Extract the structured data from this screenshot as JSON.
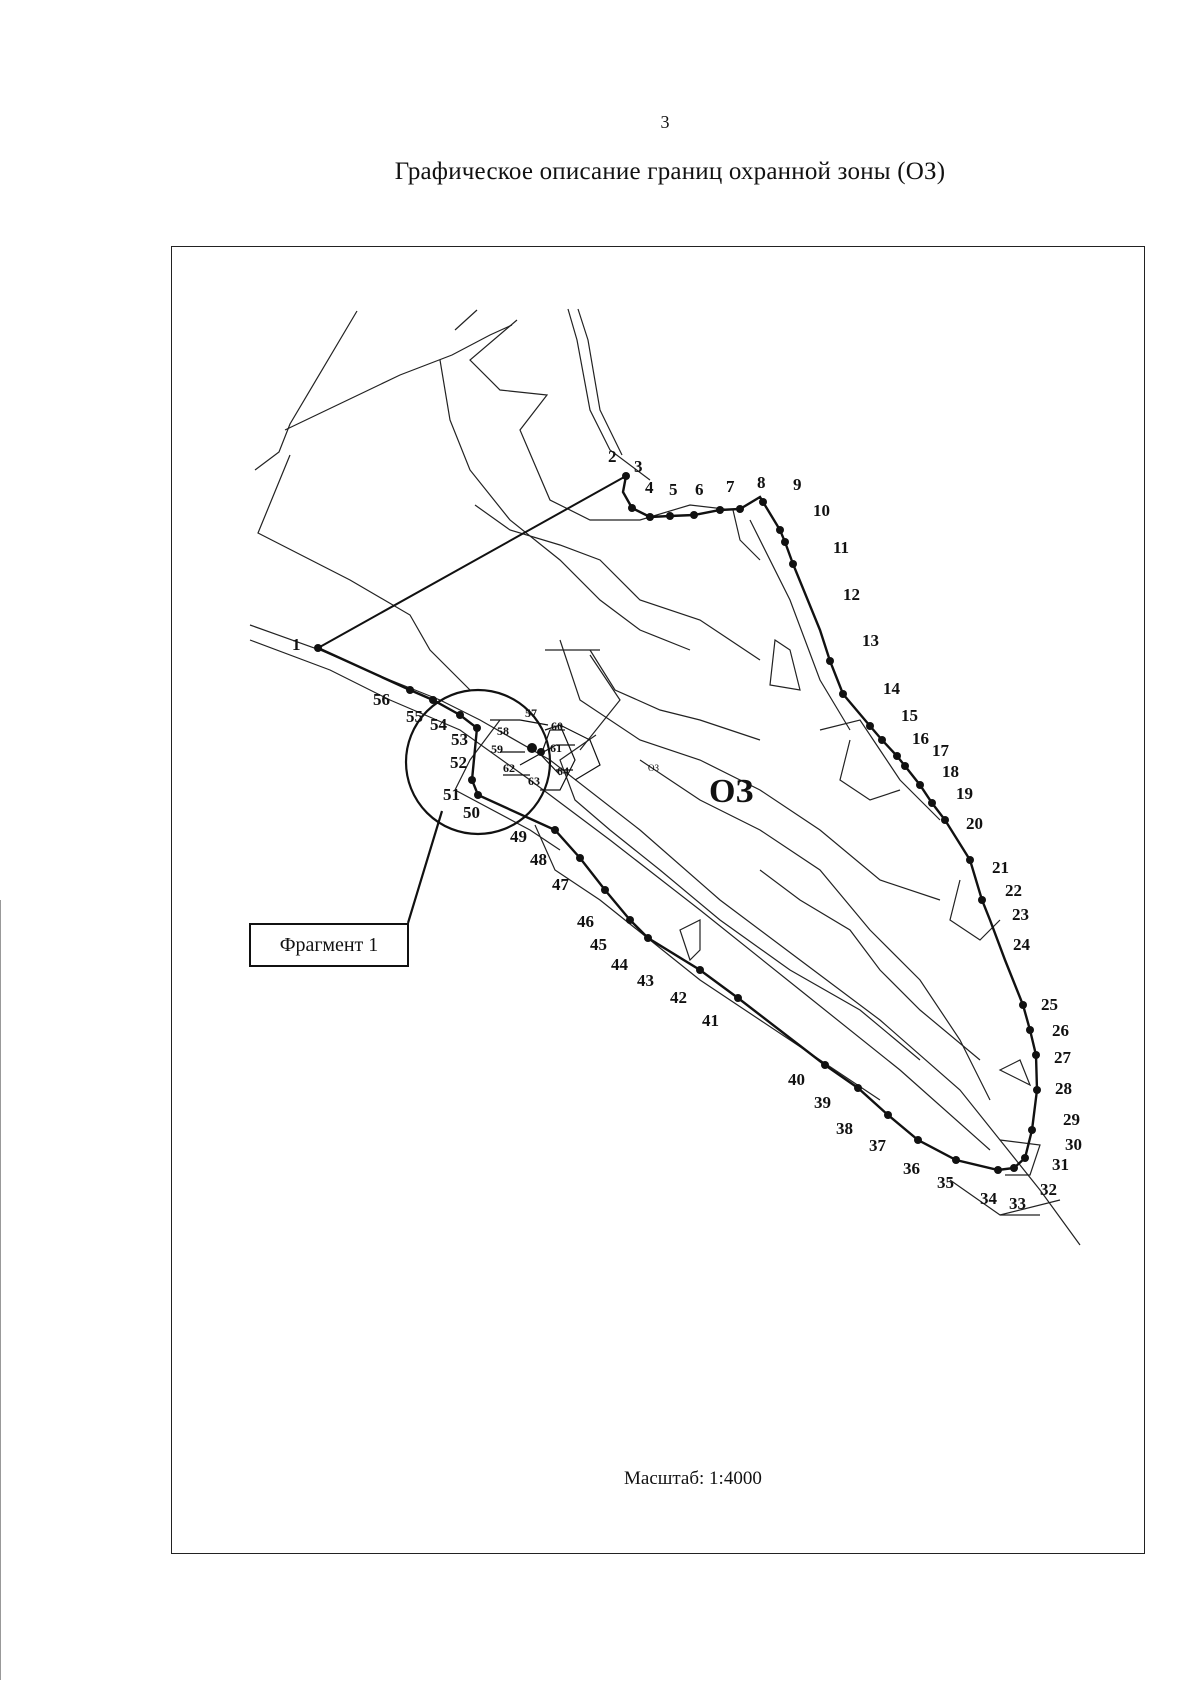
{
  "page_number": "3",
  "title": "Графическое описание границ охранной зоны (ОЗ)",
  "zone_label": "ОЗ",
  "zone_label_small": "ОЗ",
  "fragment_label": "Фрагмент 1",
  "scale_text": "Масштаб: 1:4000",
  "point_labels": [
    "1",
    "2",
    "3",
    "4",
    "5",
    "6",
    "7",
    "8",
    "9",
    "10",
    "11",
    "12",
    "13",
    "14",
    "15",
    "16",
    "17",
    "18",
    "19",
    "20",
    "21",
    "22",
    "23",
    "24",
    "25",
    "26",
    "27",
    "28",
    "29",
    "30",
    "31",
    "32",
    "33",
    "34",
    "35",
    "36",
    "37",
    "38",
    "39",
    "40",
    "41",
    "42",
    "43",
    "44",
    "45",
    "46",
    "47",
    "48",
    "49",
    "50",
    "51",
    "52",
    "53",
    "54",
    "55",
    "56",
    "57",
    "58",
    "59",
    "60",
    "61",
    "62",
    "63",
    "64"
  ]
}
